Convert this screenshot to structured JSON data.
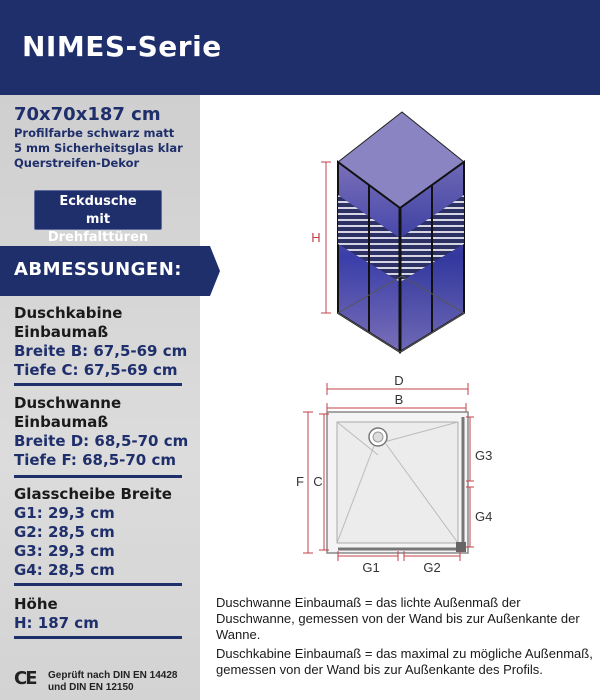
{
  "header": {
    "title": "NIMES-Serie"
  },
  "spec": {
    "dimensions": "70x70x187 cm",
    "lines": [
      "Profilfarbe schwarz matt",
      "5 mm Sicherheitsglas klar",
      "Querstreifen-Dekor"
    ]
  },
  "type_badge": {
    "line1": "Eckdusche",
    "line2": "mit Drehfalttüren"
  },
  "section_title": "ABMESSUNGEN:",
  "blocks": {
    "kabine": {
      "title1": "Duschkabine",
      "title2": "Einbaumaß",
      "v1": "Breite B: 67,5-69 cm",
      "v2": "Tiefe C: 67,5-69 cm"
    },
    "wanne": {
      "title1": "Duschwanne",
      "title2": "Einbaumaß",
      "v1": "Breite D: 68,5-70 cm",
      "v2": "Tiefe F: 68,5-70 cm"
    },
    "glas": {
      "title": "Glasscheibe Breite",
      "g1": "G1: 29,3 cm",
      "g2": "G2: 28,5 cm",
      "g3": "G3: 29,3 cm",
      "g4": "G4: 28,5 cm"
    },
    "hoehe": {
      "title": "Höhe",
      "v": "H: 187 cm"
    }
  },
  "cert": {
    "mark": "CE",
    "line1": "Geprüft nach DIN EN 14428",
    "line2": "und DIN EN 12150"
  },
  "drawing_labels": {
    "h": "H",
    "d": "D",
    "b": "B",
    "f": "F",
    "c": "C",
    "g1": "G1",
    "g2": "G2",
    "g3": "G3",
    "g4": "G4"
  },
  "notes": {
    "wanne": "Duschwanne Einbaumaß = das lichte Außenmaß der Duschwanne, gemessen von der Wand bis zur Außenkante der Wanne.",
    "kabine": "Duschkabine Einbaumaß = das maximal zu mögliche Außenmaß, gemessen von der Wand bis zur Außenkante des Profils."
  },
  "colors": {
    "navy": "#1f2f6b",
    "dim_red": "#c0404a",
    "sidebar_grey": "#d3d3d3"
  }
}
